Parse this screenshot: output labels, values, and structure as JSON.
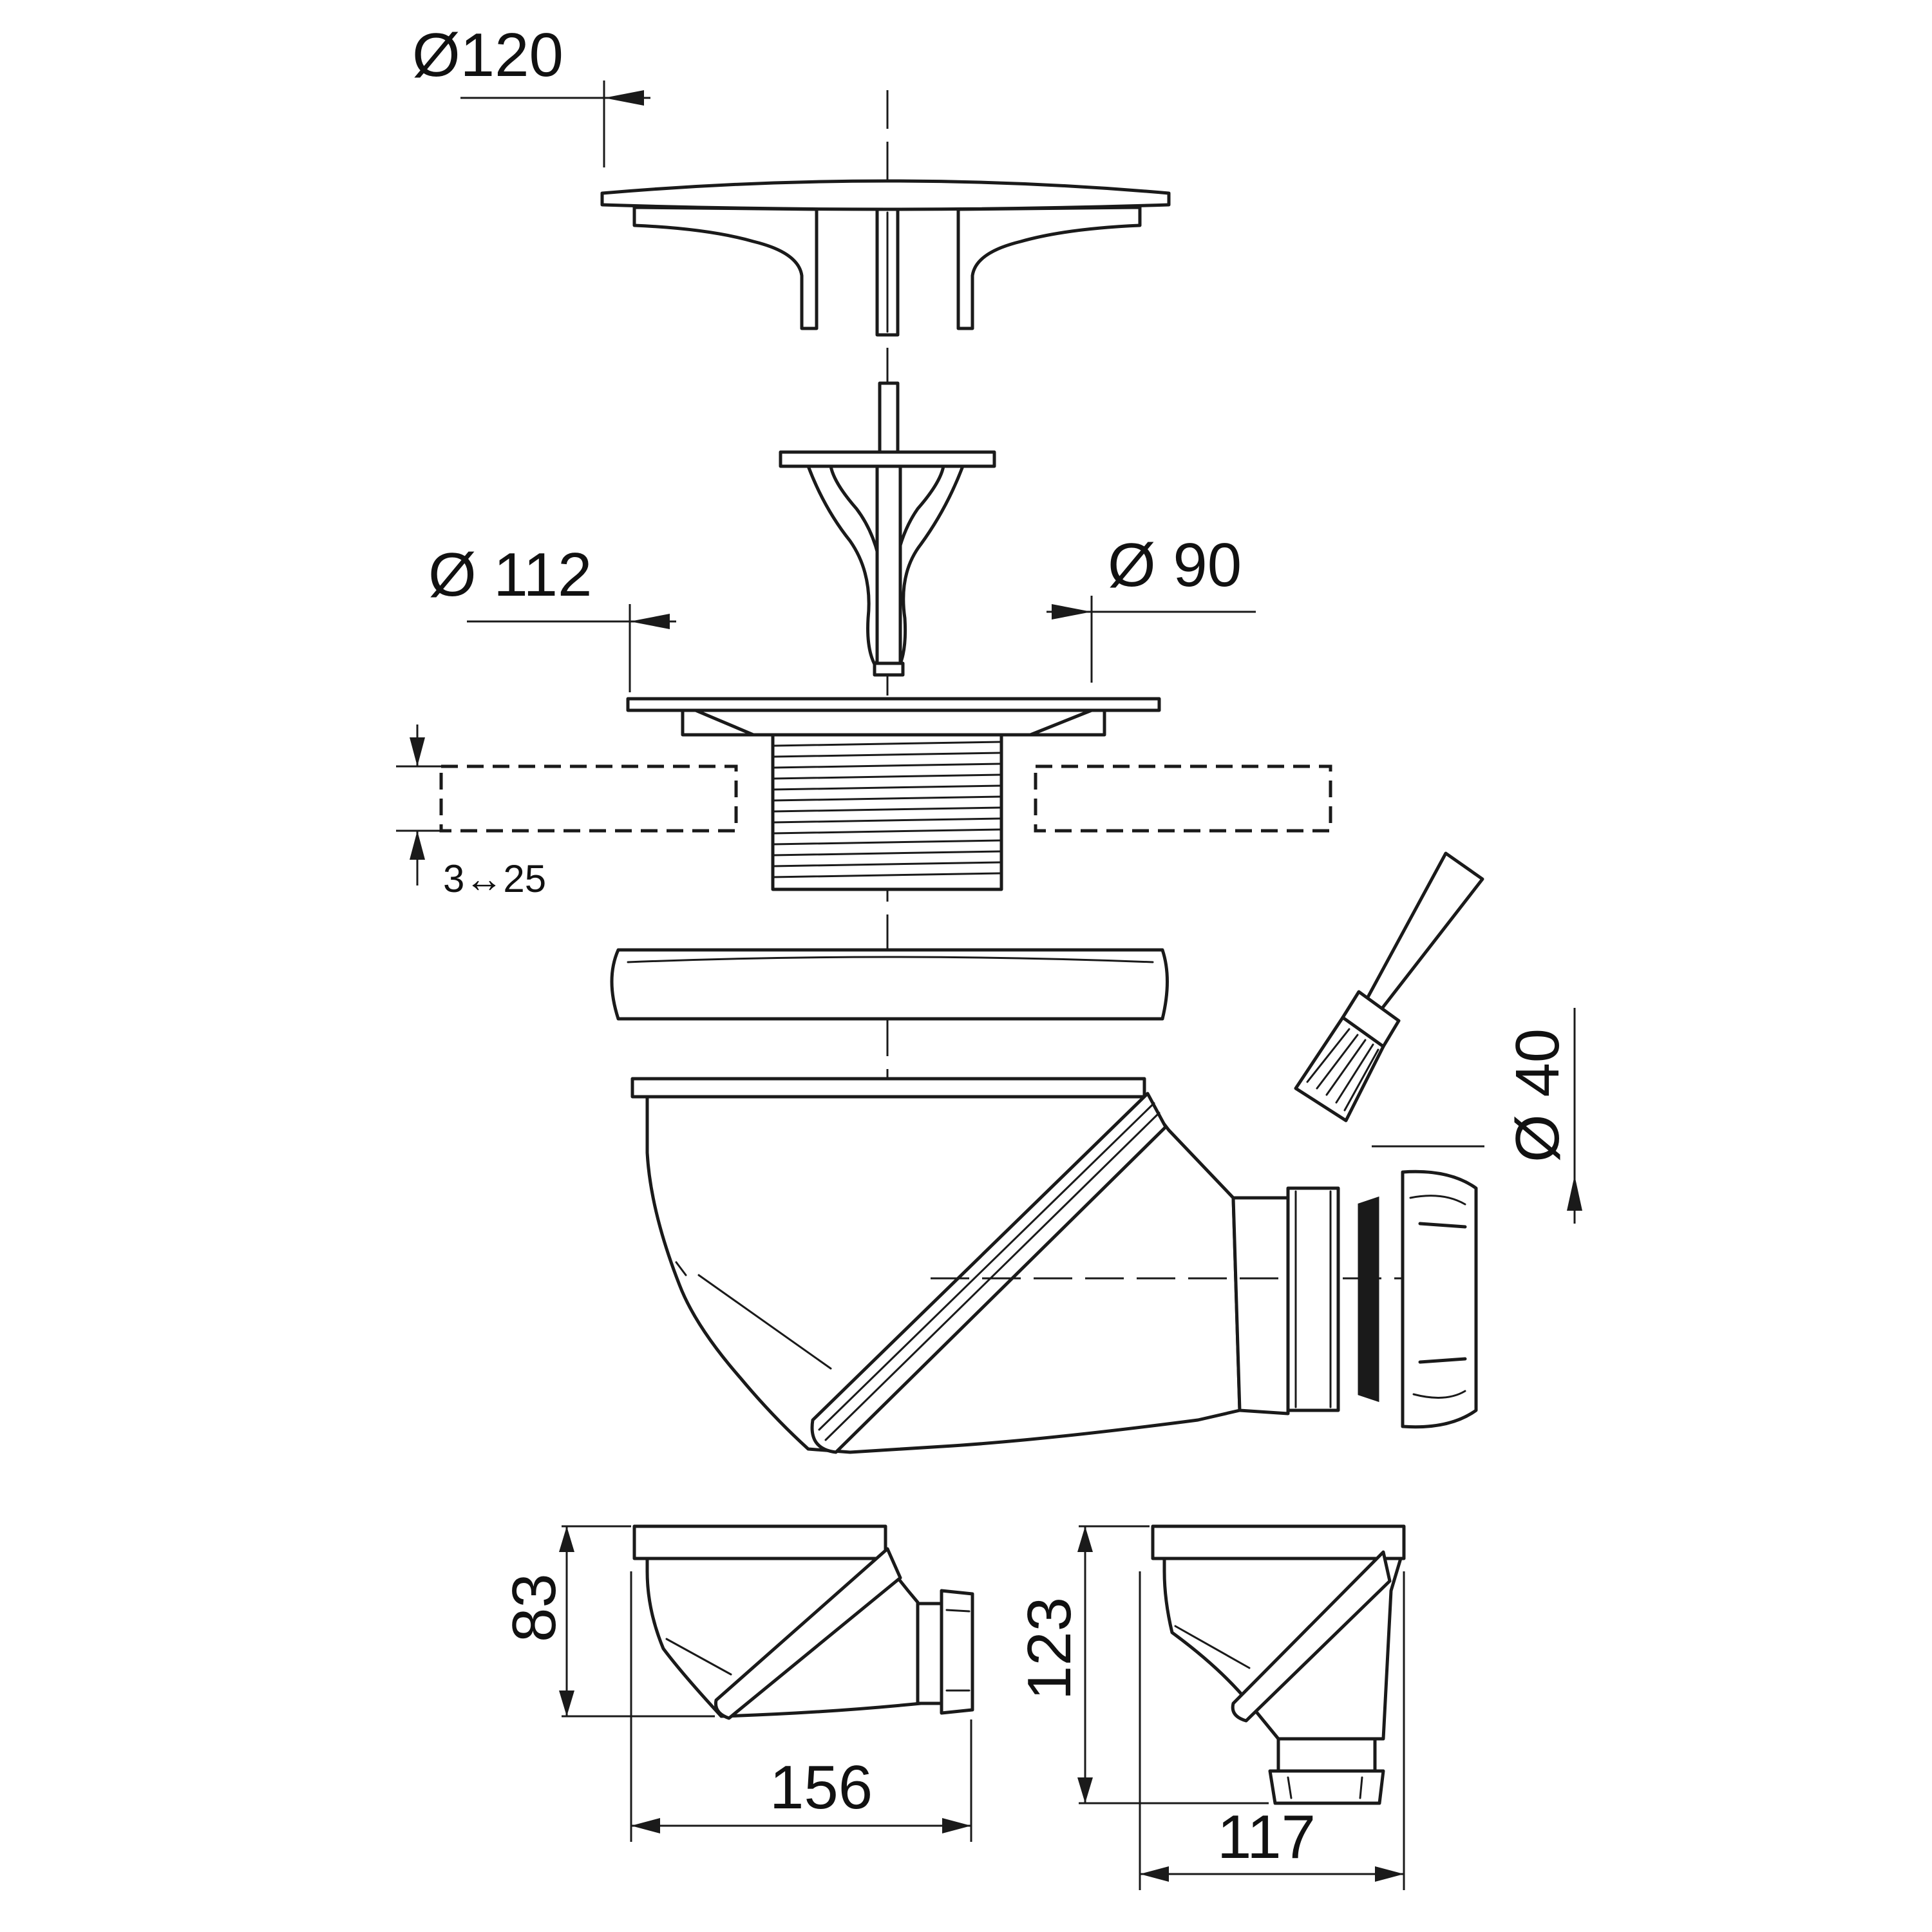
{
  "dimensions": {
    "cover_diameter": "Ø120",
    "flange_diameter": "Ø 112",
    "outlet_diameter": "Ø 90",
    "pipe_diameter": "Ø 40",
    "tray_thickness_range": "3↔25",
    "side_view_height": "83",
    "side_view_length": "156",
    "front_view_height": "123",
    "front_view_width": "117"
  },
  "palette": {
    "line": "#1a1a1a",
    "background": "#ffffff"
  },
  "icons": [
    "glue-brush-icon"
  ]
}
